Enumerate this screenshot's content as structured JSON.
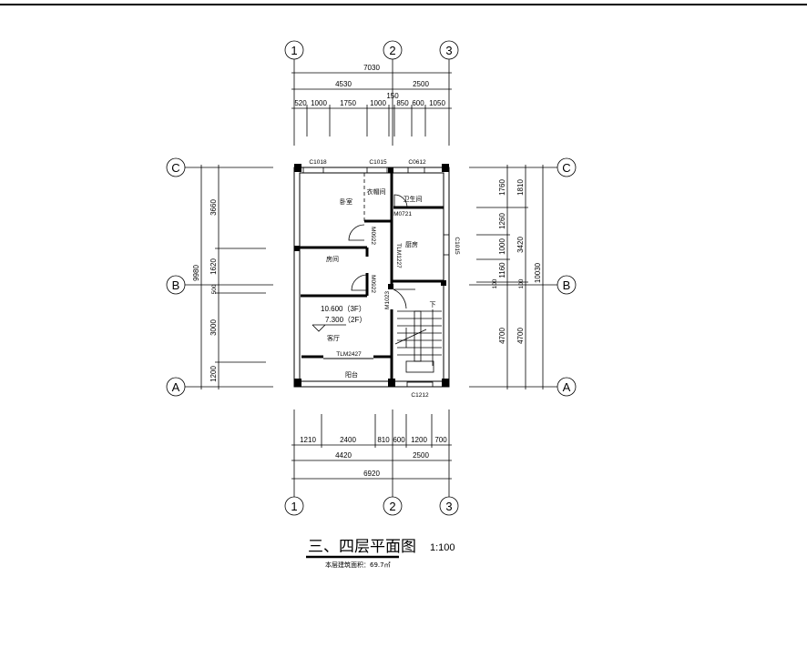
{
  "axes": {
    "x": [
      "1",
      "2",
      "3"
    ],
    "y": [
      "A",
      "B",
      "C"
    ]
  },
  "dims_top": {
    "total": "7030",
    "mid": [
      "4530",
      "2500"
    ],
    "detail": [
      "520",
      "1000",
      "1750",
      "1000",
      "150",
      "850",
      "600",
      "1050"
    ]
  },
  "dims_bottom": {
    "detail": [
      "1210",
      "2400",
      "810",
      "600",
      "1200",
      "700"
    ],
    "mid": [
      "4420",
      "2500"
    ],
    "total": "6920"
  },
  "dims_left": {
    "total": "9980",
    "detail": [
      "3660",
      "1620",
      "500",
      "3000",
      "1200"
    ]
  },
  "dims_right": {
    "inner": [
      "1760",
      "1260",
      "1000",
      "1160",
      "100",
      "4700"
    ],
    "mid": [
      "1810",
      "3420",
      "100",
      "4700"
    ],
    "total": "10030"
  },
  "rooms": {
    "bedroom": "卧室",
    "closet": "衣帽间",
    "bathroom": "卫生间",
    "kitchen": "厨房",
    "room": "房间",
    "living": "客厅",
    "balcony": "阳台",
    "stair_down": "下"
  },
  "openings": {
    "w_top1": "C1018",
    "w_top2": "C1015",
    "w_top3": "C0612",
    "w_right": "C1015",
    "w_bottom": "C1212",
    "d_bath": "M0721",
    "d_bed": "M0922",
    "d_room": "M0922",
    "d_stair": "M1023",
    "d_kitchen": "TLM1227",
    "d_balcony": "TLM2427"
  },
  "levels": [
    "10.600（3F）",
    "7.300（2F）"
  ],
  "title": {
    "name": "三、四层平面图",
    "scale": "1:100",
    "area": "本层建筑面积：69.7㎡"
  }
}
